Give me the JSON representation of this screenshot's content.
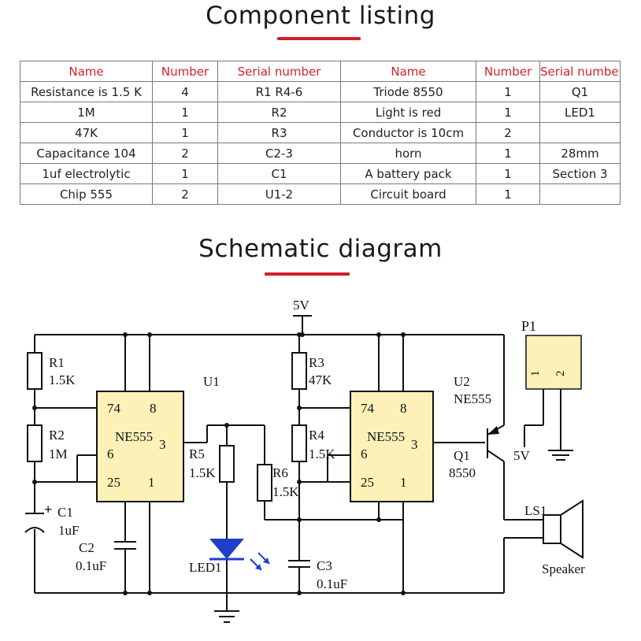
{
  "component_section": {
    "title": "Component listing",
    "accent_color": "#d3222a",
    "headers": [
      "Name",
      "Number",
      "Serial number",
      "Name",
      "Number",
      "Serial number"
    ],
    "rows": [
      [
        "Resistance is 1.5 K",
        "4",
        "R1 R4-6",
        "Triode 8550",
        "1",
        "Q1"
      ],
      [
        "1M",
        "1",
        "R2",
        "Light is red",
        "1",
        "LED1"
      ],
      [
        "47K",
        "1",
        "R3",
        "Conductor is 10cm",
        "2",
        ""
      ],
      [
        "Capacitance 104",
        "2",
        "C2-3",
        "horn",
        "1",
        "28mm"
      ],
      [
        "1uf electrolytic",
        "1",
        "C1",
        "A battery pack",
        "1",
        "Section 3"
      ],
      [
        "Chip 555",
        "2",
        "U1-2",
        "Circuit board",
        "1",
        ""
      ]
    ]
  },
  "schematic_section": {
    "title": "Schematic diagram",
    "supply": "5V",
    "r1": {
      "ref": "R1",
      "value": "1.5K"
    },
    "r2": {
      "ref": "R2",
      "value": "1M"
    },
    "c1": {
      "ref": "C1",
      "value": "1uF",
      "polarity": "+"
    },
    "c2": {
      "ref": "C2",
      "value": "0.1uF"
    },
    "u1": {
      "ref": "U1",
      "chip": "NE555",
      "pin3": "3",
      "pin74": "74",
      "pin8": "8",
      "pin6": "6",
      "pin25": "25",
      "pin1": "1"
    },
    "r5": {
      "ref": "R5",
      "value": "1.5K"
    },
    "r6": {
      "ref": "R6",
      "value": "1.5K"
    },
    "led1": {
      "ref": "LED1",
      "color": "#1e3fc8"
    },
    "r3": {
      "ref": "R3",
      "value": "47K"
    },
    "r4": {
      "ref": "R4",
      "value": "1.5K"
    },
    "c3": {
      "ref": "C3",
      "value": "0.1uF"
    },
    "u2": {
      "ref": "U2",
      "chip": "NE555",
      "pin3": "3",
      "pin74": "74",
      "pin8": "8",
      "pin6": "6",
      "pin25": "25",
      "pin1": "1"
    },
    "q1": {
      "ref": "Q1",
      "value": "8550"
    },
    "p1": {
      "ref": "P1",
      "pin1": "1",
      "pin2": "2",
      "power": "5V"
    },
    "ls1": {
      "ref": "LS1",
      "label": "Speaker"
    },
    "chip_fill": "#fdf1b8"
  }
}
